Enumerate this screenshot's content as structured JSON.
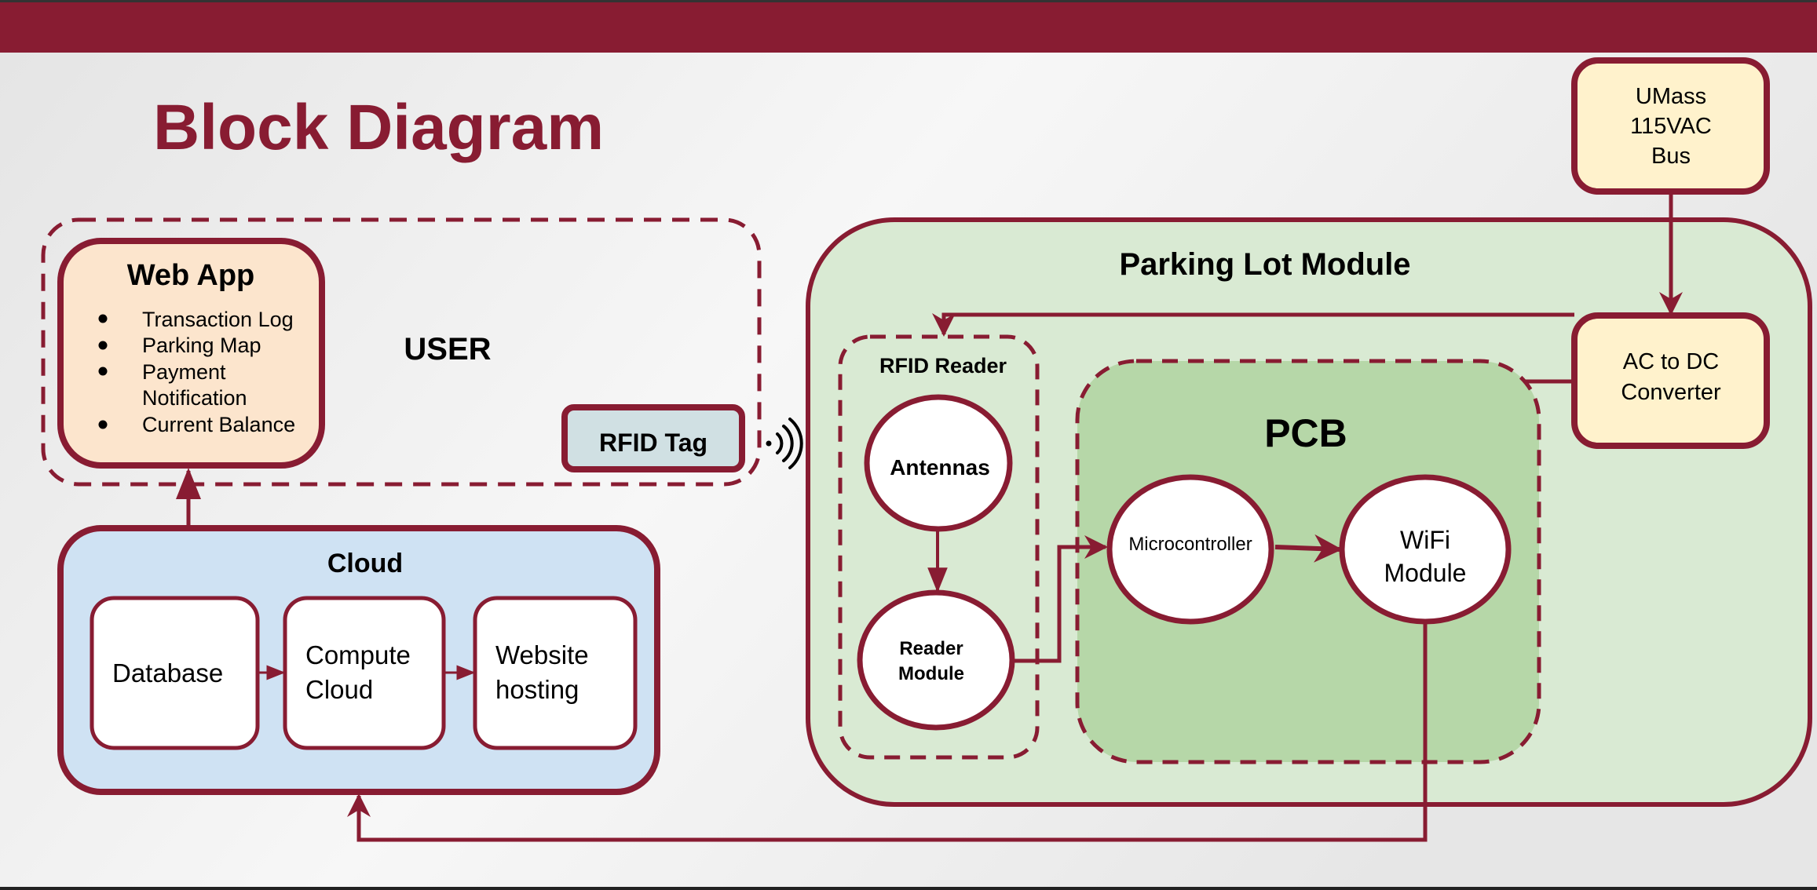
{
  "slide": {
    "title": "Block Diagram"
  },
  "colors": {
    "maroon": "#881c32",
    "webapp_fill": "#fce5cd",
    "rfid_tag_fill": "#d0e0e3",
    "cloud_fill": "#cfe2f3",
    "parking_fill": "#d9ead3",
    "pcb_fill": "#b6d7a8",
    "power_fill": "#fff2cc",
    "node_fill": "#ffffff"
  },
  "user_group": {
    "label": "USER",
    "web_app": {
      "title": "Web App",
      "bullets": [
        "Transaction Log",
        "Parking Map",
        "Payment",
        "Notification",
        "Current Balance"
      ]
    },
    "rfid_tag": {
      "label": "RFID Tag",
      "icon": "wireless-signal-icon"
    }
  },
  "cloud": {
    "title": "Cloud",
    "blocks": [
      {
        "lines": [
          "Database"
        ]
      },
      {
        "lines": [
          "Compute",
          "Cloud"
        ]
      },
      {
        "lines": [
          "Website",
          "hosting"
        ]
      }
    ]
  },
  "power": {
    "source_lines": [
      "UMass",
      "115VAC",
      "Bus"
    ],
    "converter_lines": [
      "AC to DC",
      "Converter"
    ]
  },
  "parking_lot": {
    "title": "Parking Lot Module",
    "rfid_reader": {
      "title": "RFID Reader",
      "antennas": "Antennas",
      "reader_module_lines": [
        "Reader",
        "Module"
      ]
    },
    "pcb": {
      "title": "PCB",
      "microcontroller": "Microcontroller",
      "wifi_lines": [
        "WiFi",
        "Module"
      ]
    }
  }
}
